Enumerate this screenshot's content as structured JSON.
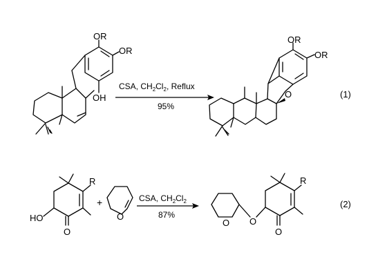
{
  "reaction1": {
    "reactant": {
      "label_or_top": "OR",
      "label_or_right": "OR",
      "label_oh": "OH"
    },
    "conditions": {
      "reagent": "CSA, CH",
      "sub": "2",
      "tail": "Cl",
      "sub2": "2",
      "end": ", Reflux"
    },
    "yield": "95%",
    "product": {
      "label_or_top": "OR",
      "label_or_right": "OR",
      "label_o": "O"
    },
    "number": "(1)"
  },
  "reaction2": {
    "reactant1": {
      "label_r": "R",
      "label_ho": "HO",
      "label_o": "O"
    },
    "plus": "+",
    "reactant2": {
      "label_o": "O"
    },
    "conditions": {
      "reagent": "CSA, CH",
      "sub": "2",
      "tail": "Cl",
      "sub2": "2"
    },
    "yield": "87%",
    "product": {
      "label_r": "R",
      "label_o_ring": "O",
      "label_o_link": "O",
      "label_o_keto": "O"
    },
    "number": "(2)"
  }
}
